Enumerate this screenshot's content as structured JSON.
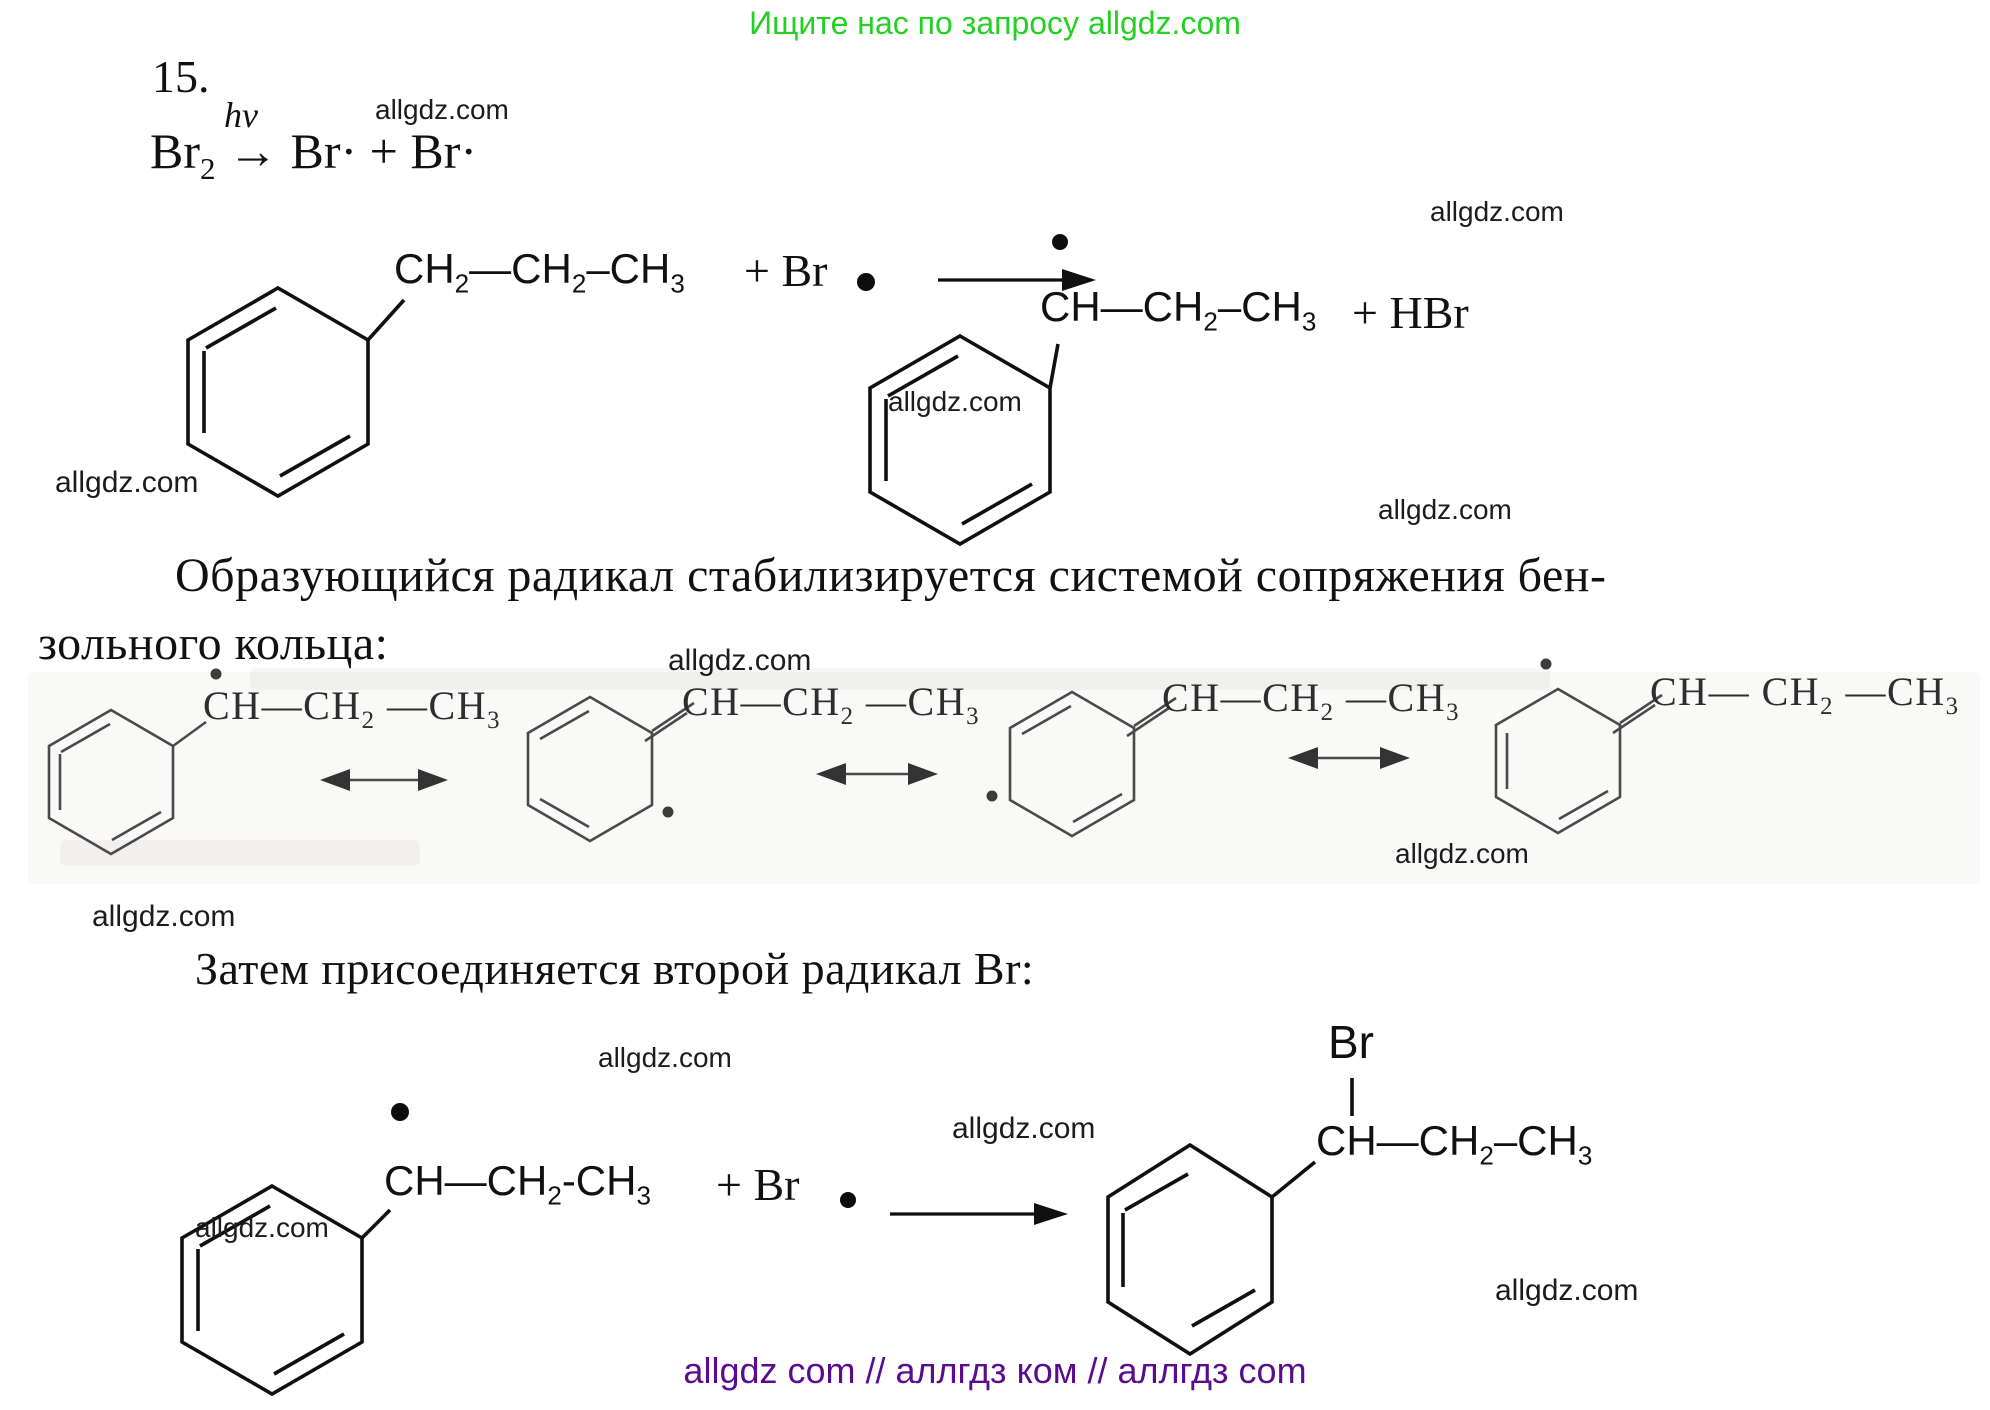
{
  "header": {
    "promo": "Ищите нас по запросу allgdz.com"
  },
  "watermark": {
    "text": "allgdz.com"
  },
  "problem": {
    "number": "15."
  },
  "initiation": {
    "condition": "hν",
    "equation": "Br|2| → Br· + Br·"
  },
  "reaction1": {
    "reactant_chain": "CH|2|—CH|2|–CH|3|",
    "plus_br": "+ Br",
    "radical_dot": "●",
    "product_chain": "CH—CH|2|–CH|3|",
    "hbr": "+ HBr"
  },
  "paragraph": {
    "line1": "Образующийся радикал стабилизируется системой сопряжения бен-",
    "line2": "зольного кольца:"
  },
  "resonance": {
    "chain_a": "CH—CH|2| —CH|3|",
    "chain_b": "CH—CH|2| —CH|3|",
    "chain_c": "CH—CH|2| —CH|3|",
    "chain_d": "CH— CH|2| —CH|3|"
  },
  "step2": {
    "heading": "Затем присоединяется второй радикал Br:"
  },
  "reaction2": {
    "radical_chain": "CH—CH|2|-CH|3|",
    "plus_br": "+ Br",
    "radical_dot": "●",
    "br_label": "Br",
    "product_chain": "CH—CH|2|–CH|3|"
  },
  "footer": {
    "text": "allgdz com  //  аллгдз ком  //  аллгдз com"
  }
}
